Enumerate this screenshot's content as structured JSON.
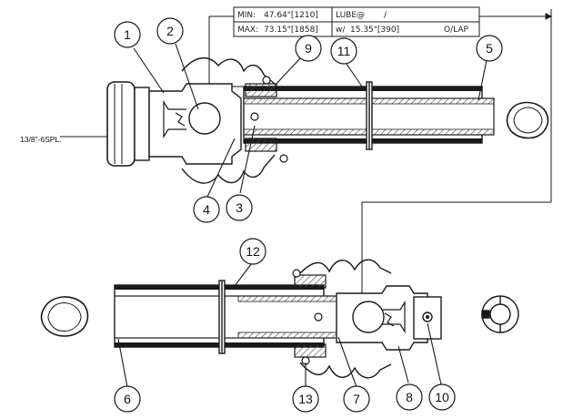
{
  "spec_table": {
    "min_label": "MIN:",
    "min_value": "47.64\"[1210]",
    "max_label": "MAX:",
    "max_value": "73.15\"[1858]",
    "lube_label": "LUBE@",
    "lube_value": "/",
    "with_label": "w/",
    "with_value": "15.35\"[390]",
    "olap_label": "O/LAP"
  },
  "spline_label": "13/8\"-6SPL.",
  "callouts": {
    "c1": "1",
    "c2": "2",
    "c3": "3",
    "c4": "4",
    "c5": "5",
    "c6": "6",
    "c7": "7",
    "c8": "8",
    "c9": "9",
    "c10": "10",
    "c11": "11",
    "c12": "12",
    "c13": "13"
  },
  "colors": {
    "line": "#1a1a1a",
    "tube_fill": "#ffffff",
    "hatch": "#555555"
  }
}
